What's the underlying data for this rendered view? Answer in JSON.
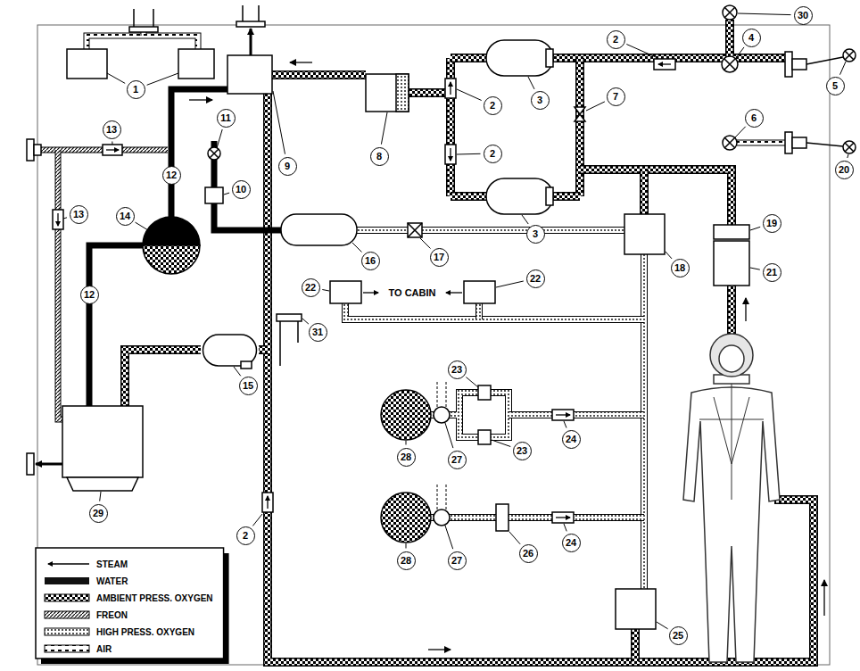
{
  "diagram": {
    "labels": [
      "1",
      "13",
      "13",
      "12",
      "12",
      "11",
      "10",
      "9",
      "8",
      "2",
      "2",
      "3",
      "3",
      "2",
      "30",
      "4",
      "5",
      "7",
      "6",
      "20",
      "14",
      "16",
      "17",
      "18",
      "19",
      "21",
      "22",
      "TO CABIN",
      "22",
      "31",
      "15",
      "23",
      "23",
      "27",
      "28",
      "24",
      "27",
      "28",
      "26",
      "24",
      "2",
      "29",
      "25"
    ],
    "legend": [
      {
        "text": "STEAM"
      },
      {
        "text": "WATER",
        "color": "#111111"
      },
      {
        "text": "AMBIENT PRESS. OXYGEN"
      },
      {
        "text": "FREON"
      },
      {
        "text": "HIGH PRESS. OXYGEN"
      },
      {
        "text": "AIR"
      }
    ]
  }
}
